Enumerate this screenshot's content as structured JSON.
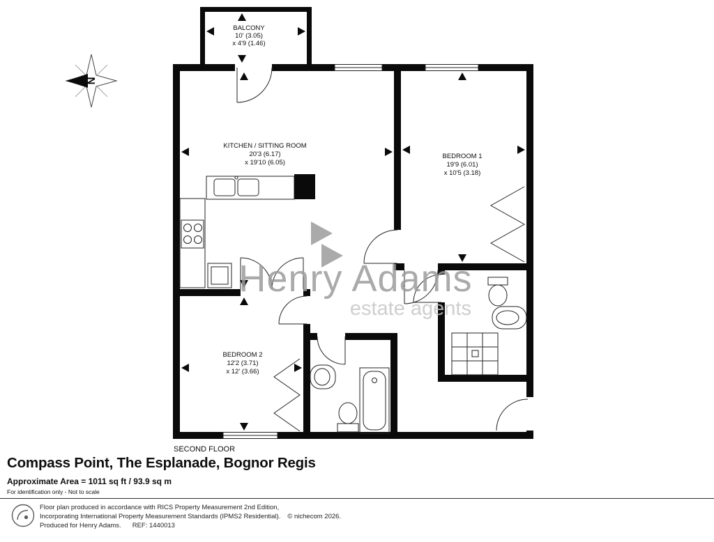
{
  "plan": {
    "floor_label": "SECOND FLOOR",
    "compass_label": "N",
    "rooms": {
      "balcony": {
        "name": "BALCONY",
        "dim1": "10' (3.05)",
        "dim2": "x 4'9 (1.46)"
      },
      "kitchen": {
        "name": "KITCHEN / SITTING ROOM",
        "dim1": "20'3 (6.17)",
        "dim2": "x 19'10 (6.05)"
      },
      "bedroom1": {
        "name": "BEDROOM 1",
        "dim1": "19'9 (6.01)",
        "dim2": "x 10'5 (3.18)"
      },
      "bedroom2": {
        "name": "BEDROOM 2",
        "dim1": "12'2 (3.71)",
        "dim2": "x 12' (3.66)"
      }
    },
    "watermark": {
      "brand": "Henry Adams",
      "tagline": "estate agents"
    }
  },
  "details": {
    "title": "Compass Point, The Esplanade, Bognor Regis",
    "area": "Approximate Area = 1011 sq ft / 93.9 sq m",
    "disclaimer": "For identification only - Not to scale"
  },
  "footer": {
    "line1": "Floor plan produced in accordance with RICS Property Measurement 2nd Edition,",
    "line2": "Incorporating International Property Measurement Standards (IPMS2 Residential).",
    "copyright": "© nichecom 2026.",
    "produced": "Produced for Henry Adams.",
    "ref": "REF: 1440013"
  },
  "colors": {
    "wall": "#0a0a0a",
    "watermark_gray": "#9c9c9c",
    "watermark_light": "#c6c6c6"
  }
}
